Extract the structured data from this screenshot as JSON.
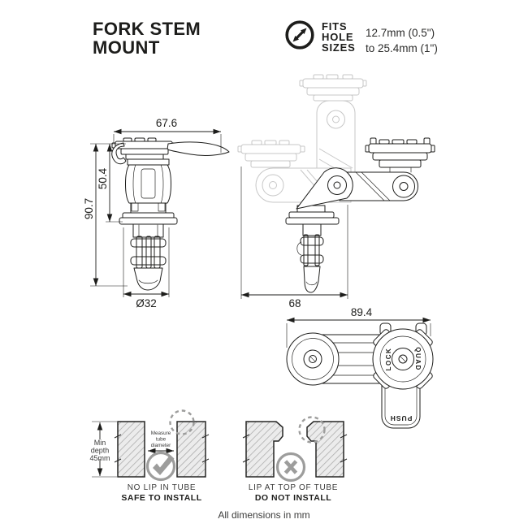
{
  "header": {
    "title_line1": "FORK STEM",
    "title_line2": "MOUNT"
  },
  "fits_hole_sizes": {
    "icon": "diameter-arrows-icon",
    "label_line1": "FITS",
    "label_line2": "HOLE",
    "label_line3": "SIZES",
    "value_line1": "12.7mm (0.5\")",
    "value_line2": "to 25.4mm (1\")"
  },
  "dimensions": {
    "head_width": "67.6",
    "body_height": "50.4",
    "total_height": "90.7",
    "plug_diameter": "Ø32",
    "arm_reach": "68",
    "top_length": "89.4"
  },
  "product_labels": {
    "lock": "LOCK",
    "quad": "QUAD",
    "push": "PUSH"
  },
  "install_safe": {
    "min_depth_line1": "Min",
    "min_depth_line2": "depth",
    "min_depth_line3": "45mm",
    "measure_line1": "Measure",
    "measure_line2": "tube",
    "measure_line3": "diameter",
    "icon": "check-circle-icon",
    "caption": "NO LIP IN TUBE",
    "verdict": "SAFE TO INSTALL"
  },
  "install_unsafe": {
    "icon": "x-circle-icon",
    "caption": "LIP AT TOP OF TUBE",
    "verdict": "DO NOT INSTALL"
  },
  "footer": {
    "note": "All dimensions in mm"
  },
  "colors": {
    "line": "#1d1d1b",
    "ghost": "#c7c7c7",
    "gray_icon": "#9d9d9c",
    "hatch_fill": "#ececec",
    "background": "#ffffff"
  }
}
